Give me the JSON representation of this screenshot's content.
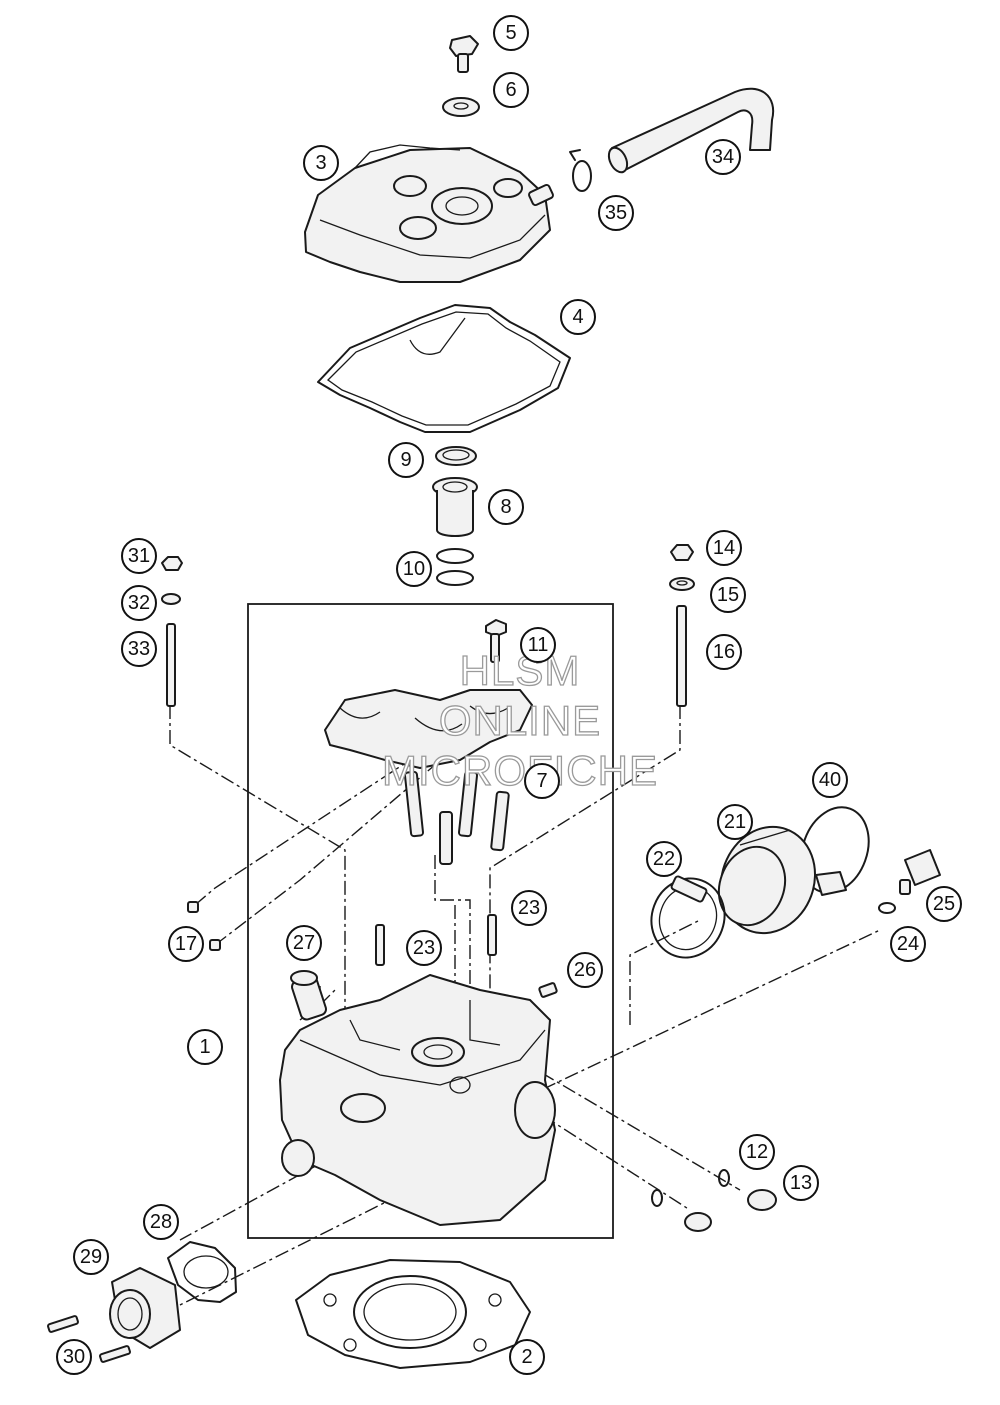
{
  "watermark": {
    "line1": "HLSM",
    "line2": "ONLINE",
    "line3": "MICROFICHE"
  },
  "callouts": [
    {
      "id": "5",
      "label": "5"
    },
    {
      "id": "6",
      "label": "6"
    },
    {
      "id": "3",
      "label": "3"
    },
    {
      "id": "34",
      "label": "34"
    },
    {
      "id": "35",
      "label": "35"
    },
    {
      "id": "4",
      "label": "4"
    },
    {
      "id": "9",
      "label": "9"
    },
    {
      "id": "8",
      "label": "8"
    },
    {
      "id": "10",
      "label": "10"
    },
    {
      "id": "31",
      "label": "31"
    },
    {
      "id": "32",
      "label": "32"
    },
    {
      "id": "33",
      "label": "33"
    },
    {
      "id": "14",
      "label": "14"
    },
    {
      "id": "15",
      "label": "15"
    },
    {
      "id": "16",
      "label": "16"
    },
    {
      "id": "11",
      "label": "11"
    },
    {
      "id": "7",
      "label": "7"
    },
    {
      "id": "40",
      "label": "40"
    },
    {
      "id": "21",
      "label": "21"
    },
    {
      "id": "22",
      "label": "22"
    },
    {
      "id": "25",
      "label": "25"
    },
    {
      "id": "24",
      "label": "24"
    },
    {
      "id": "23a",
      "label": "23"
    },
    {
      "id": "23b",
      "label": "23"
    },
    {
      "id": "17",
      "label": "17"
    },
    {
      "id": "27",
      "label": "27"
    },
    {
      "id": "26",
      "label": "26"
    },
    {
      "id": "1",
      "label": "1"
    },
    {
      "id": "12",
      "label": "12"
    },
    {
      "id": "13",
      "label": "13"
    },
    {
      "id": "28",
      "label": "28"
    },
    {
      "id": "29",
      "label": "29"
    },
    {
      "id": "30",
      "label": "30"
    },
    {
      "id": "2",
      "label": "2"
    }
  ]
}
